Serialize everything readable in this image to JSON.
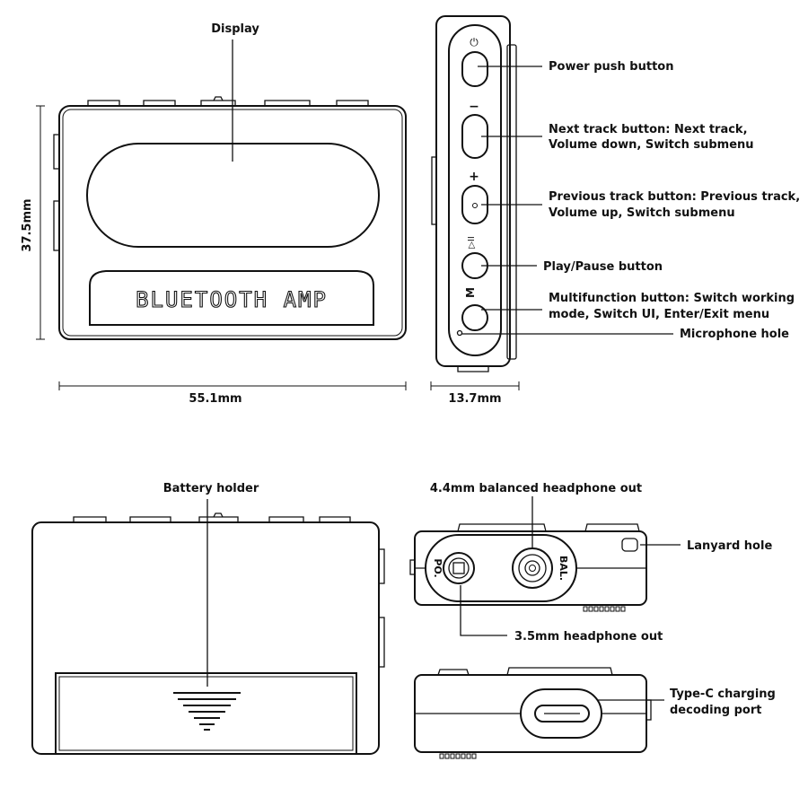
{
  "front_view": {
    "display_label": "Display",
    "brand_text": "BLUETOOTH AMP",
    "height_dimension": "37.5mm",
    "width_dimension": "55.1mm"
  },
  "side_view": {
    "depth_dimension": "13.7mm",
    "button_symbols": {
      "power": "⏻",
      "minus": "−",
      "plus": "+",
      "play_pause": "▷II",
      "multifunction": "M"
    },
    "callouts": [
      {
        "id": "power",
        "lines": [
          "Power push button"
        ]
      },
      {
        "id": "next",
        "lines": [
          "Next track button: Next track,",
          "Volume down, Switch submenu"
        ]
      },
      {
        "id": "previous",
        "lines": [
          "Previous track button: Previous track,",
          "Volume up, Switch submenu"
        ]
      },
      {
        "id": "play_pause",
        "lines": [
          "Play/Pause button"
        ]
      },
      {
        "id": "multifunction",
        "lines": [
          "Multifunction button: Switch working",
          "mode, Switch UI, Enter/Exit menu"
        ]
      },
      {
        "id": "microphone",
        "lines": [
          "Microphone hole"
        ]
      }
    ]
  },
  "back_view": {
    "battery_label": "Battery holder"
  },
  "top_view": {
    "balanced_out_label": "4.4mm balanced headphone out",
    "lanyard_label": "Lanyard hole",
    "headphone_out_label": "3.5mm headphone out",
    "po_marking": "PO.",
    "bal_marking": "BAL."
  },
  "bottom_view": {
    "typec_lines": [
      "Type-C charging",
      "decoding port"
    ]
  }
}
